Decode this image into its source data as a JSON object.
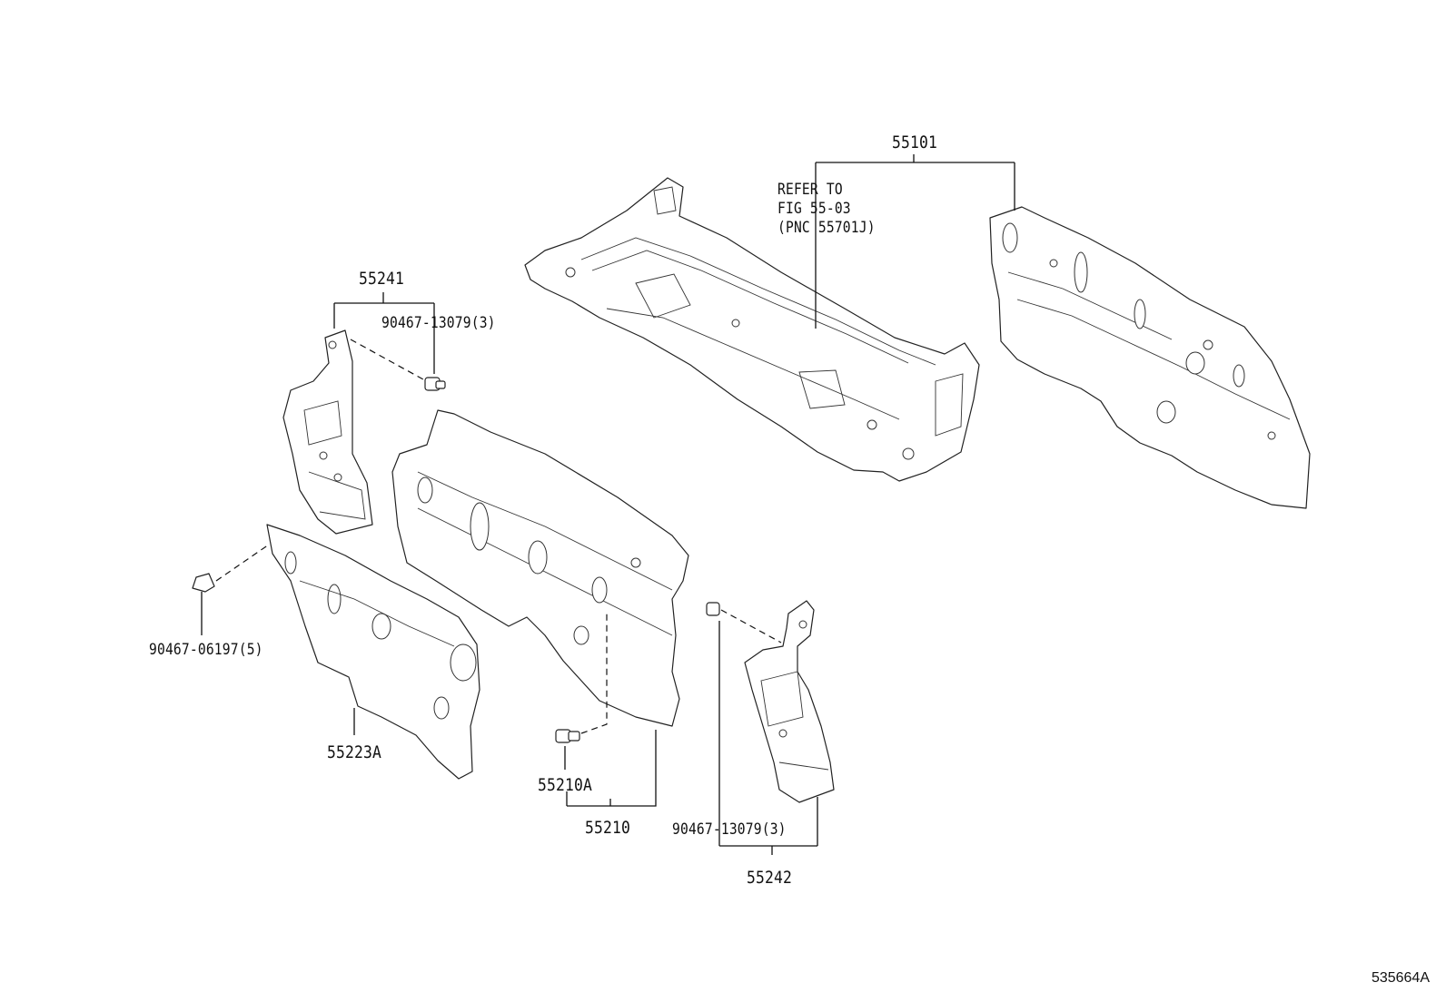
{
  "diagram": {
    "labels": {
      "p55101": "55101",
      "refer_line1": "REFER TO",
      "refer_line2": "FIG 55-03",
      "refer_line3": "(PNC 55701J)",
      "p55241": "55241",
      "clip_top": "90467-13079(3)",
      "clip_left": "90467-06197(5)",
      "p55223A": "55223A",
      "p55210A": "55210A",
      "p55210": "55210",
      "clip_bottom": "90467-13079(3)",
      "p55242": "55242"
    },
    "figure_id": "535664A"
  }
}
